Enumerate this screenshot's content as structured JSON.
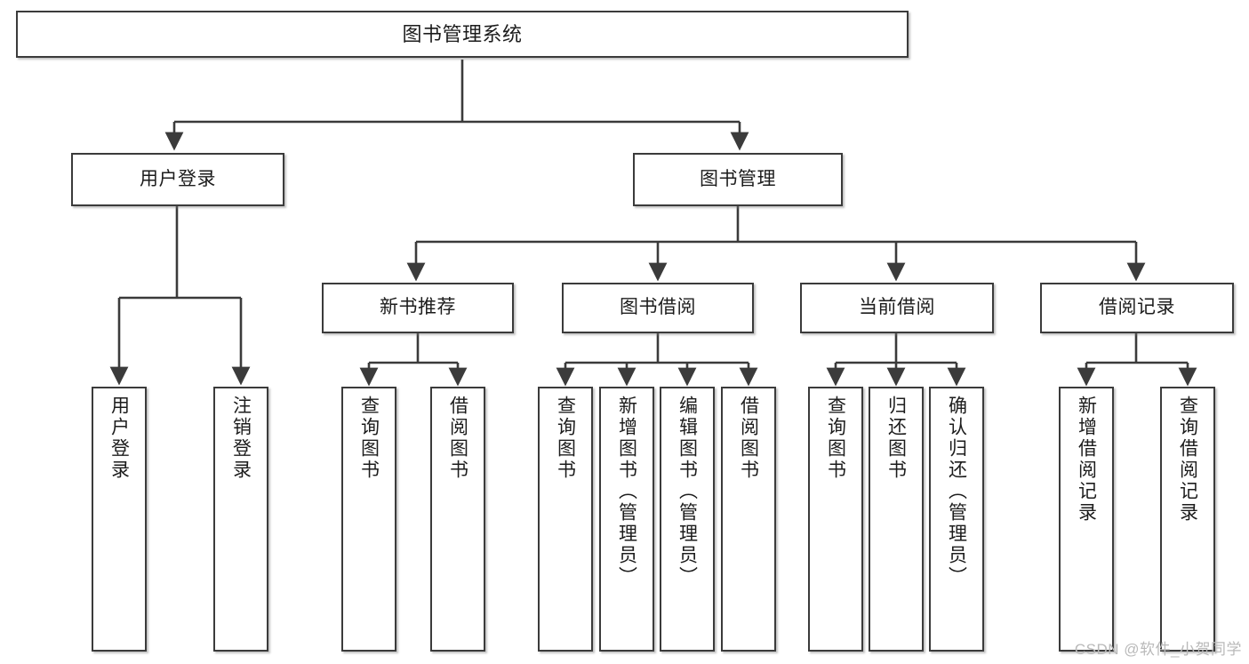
{
  "diagram": {
    "title": "图书管理系统",
    "watermark": "CSDN @软件_小贺同学",
    "colors": {
      "background": "#ffffff",
      "border": "#3b3b3b",
      "connector": "#3b3b3b",
      "text": "#1c1c1c",
      "watermark": "#b9b9b9"
    },
    "nodes": {
      "root": {
        "label": "图书管理系统",
        "level": 1,
        "orientation": "horizontal"
      },
      "user_login": {
        "label": "用户登录",
        "level": 2,
        "orientation": "horizontal"
      },
      "book_manage": {
        "label": "图书管理",
        "level": 2,
        "orientation": "horizontal"
      },
      "new_book_rec": {
        "label": "新书推荐",
        "level": 3,
        "orientation": "horizontal"
      },
      "book_borrow": {
        "label": "图书借阅",
        "level": 3,
        "orientation": "horizontal"
      },
      "current_borrow": {
        "label": "当前借阅",
        "level": 3,
        "orientation": "horizontal"
      },
      "borrow_record": {
        "label": "借阅记录",
        "level": 3,
        "orientation": "horizontal"
      },
      "leaf_user_login": {
        "label": "用户登录",
        "level": 3,
        "orientation": "vertical"
      },
      "leaf_logout": {
        "label": "注销登录",
        "level": 3,
        "orientation": "vertical"
      },
      "leaf_query_book_1": {
        "label": "查询图书",
        "level": 4,
        "orientation": "vertical"
      },
      "leaf_borrow_book_1": {
        "label": "借阅图书",
        "level": 4,
        "orientation": "vertical"
      },
      "leaf_query_book_2": {
        "label": "查询图书",
        "level": 4,
        "orientation": "vertical"
      },
      "leaf_add_book": {
        "label": "新增图书（管理员）",
        "level": 4,
        "orientation": "vertical"
      },
      "leaf_edit_book": {
        "label": "编辑图书（管理员）",
        "level": 4,
        "orientation": "vertical"
      },
      "leaf_borrow_book_2": {
        "label": "借阅图书",
        "level": 4,
        "orientation": "vertical"
      },
      "leaf_query_book_3": {
        "label": "查询图书",
        "level": 4,
        "orientation": "vertical"
      },
      "leaf_return_book": {
        "label": "归还图书",
        "level": 4,
        "orientation": "vertical"
      },
      "leaf_confirm_return": {
        "label": "确认归还（管理员）",
        "level": 4,
        "orientation": "vertical"
      },
      "leaf_add_record": {
        "label": "新增借阅记录",
        "level": 4,
        "orientation": "vertical"
      },
      "leaf_query_record": {
        "label": "查询借阅记录",
        "level": 4,
        "orientation": "vertical"
      }
    },
    "edges": [
      {
        "from": "root",
        "to": "user_login"
      },
      {
        "from": "root",
        "to": "book_manage"
      },
      {
        "from": "user_login",
        "to": "leaf_user_login"
      },
      {
        "from": "user_login",
        "to": "leaf_logout"
      },
      {
        "from": "book_manage",
        "to": "new_book_rec"
      },
      {
        "from": "book_manage",
        "to": "book_borrow"
      },
      {
        "from": "book_manage",
        "to": "current_borrow"
      },
      {
        "from": "book_manage",
        "to": "borrow_record"
      },
      {
        "from": "new_book_rec",
        "to": "leaf_query_book_1"
      },
      {
        "from": "new_book_rec",
        "to": "leaf_borrow_book_1"
      },
      {
        "from": "book_borrow",
        "to": "leaf_query_book_2"
      },
      {
        "from": "book_borrow",
        "to": "leaf_add_book"
      },
      {
        "from": "book_borrow",
        "to": "leaf_edit_book"
      },
      {
        "from": "book_borrow",
        "to": "leaf_borrow_book_2"
      },
      {
        "from": "current_borrow",
        "to": "leaf_query_book_3"
      },
      {
        "from": "current_borrow",
        "to": "leaf_return_book"
      },
      {
        "from": "current_borrow",
        "to": "leaf_confirm_return"
      },
      {
        "from": "borrow_record",
        "to": "leaf_add_record"
      },
      {
        "from": "borrow_record",
        "to": "leaf_query_record"
      }
    ]
  }
}
